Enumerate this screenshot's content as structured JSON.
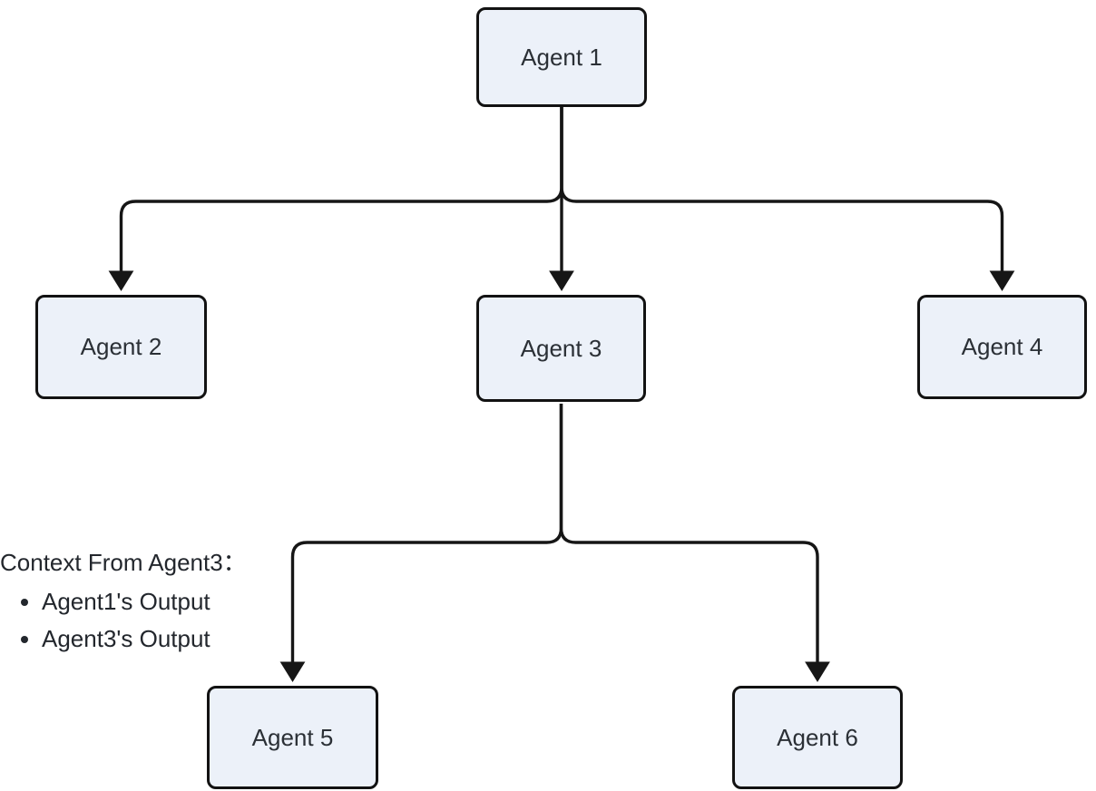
{
  "diagram": {
    "type": "flowchart",
    "direction": "top-down",
    "nodes": [
      {
        "id": "agent1",
        "label": "Agent 1"
      },
      {
        "id": "agent2",
        "label": "Agent 2"
      },
      {
        "id": "agent3",
        "label": "Agent 3"
      },
      {
        "id": "agent4",
        "label": "Agent 4"
      },
      {
        "id": "agent5",
        "label": "Agent 5"
      },
      {
        "id": "agent6",
        "label": "Agent 6"
      }
    ],
    "edges": [
      {
        "from": "Agent 1",
        "to": "Agent 2"
      },
      {
        "from": "Agent 1",
        "to": "Agent 3"
      },
      {
        "from": "Agent 1",
        "to": "Agent 4"
      },
      {
        "from": "Agent 3",
        "to": "Agent 5"
      },
      {
        "from": "Agent 3",
        "to": "Agent 6"
      }
    ]
  },
  "annotation": {
    "title": "Context From Agent3：",
    "items": [
      "Agent1's Output",
      "Agent3's Output"
    ]
  },
  "colors": {
    "background": "#ffffff",
    "node_fill": "#ecf1f9",
    "node_border": "#121212",
    "edge": "#161616",
    "text": "#2b3036"
  }
}
